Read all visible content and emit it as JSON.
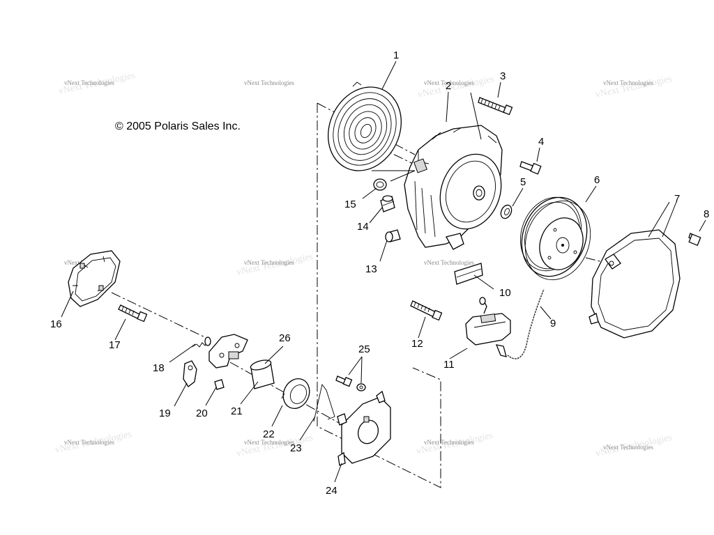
{
  "copyright": "© 2005 Polaris Sales Inc.",
  "watermark": "vNext Technologies",
  "callouts": [
    "1",
    "2",
    "3",
    "4",
    "5",
    "6",
    "7",
    "8",
    "9",
    "10",
    "11",
    "12",
    "13",
    "14",
    "15",
    "16",
    "17",
    "18",
    "19",
    "20",
    "21",
    "22",
    "23",
    "24",
    "25",
    "26"
  ]
}
